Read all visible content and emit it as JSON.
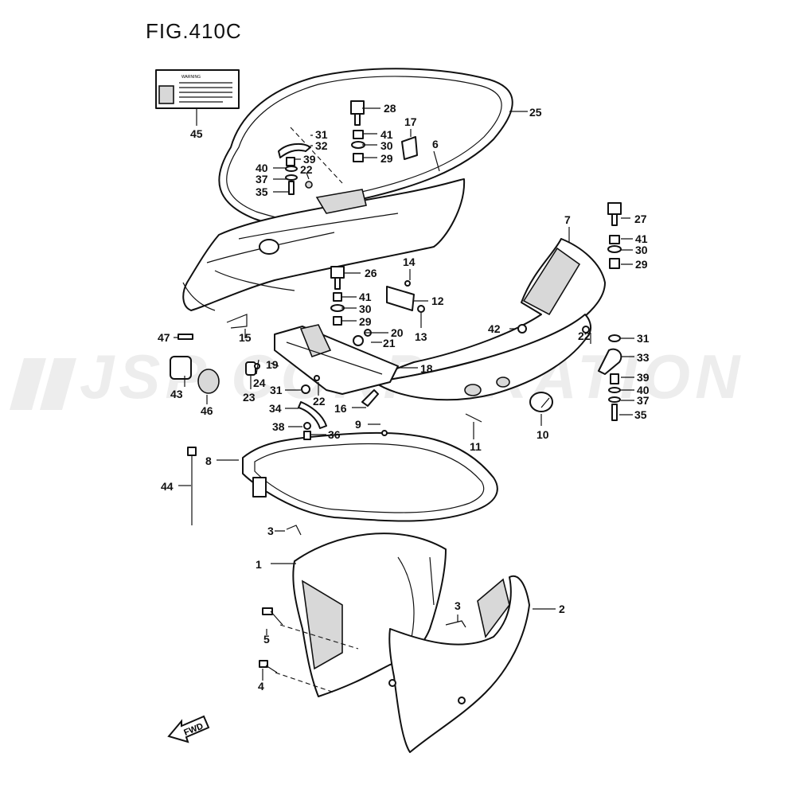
{
  "figure_title": "FIG.410C",
  "watermark": "JSP CORPORATION",
  "fwd_label": "FWD",
  "label_sheet_heading": "WARNING",
  "callouts": {
    "c1": "1",
    "c2": "2",
    "c3a": "3",
    "c3b": "3",
    "c4": "4",
    "c5": "5",
    "c6": "6",
    "c7": "7",
    "c8": "8",
    "c9": "9",
    "c10": "10",
    "c11": "11",
    "c12": "12",
    "c13": "13",
    "c14": "14",
    "c15": "15",
    "c16": "16",
    "c17": "17",
    "c18": "18",
    "c19": "19",
    "c20": "20",
    "c21": "21",
    "c22a": "22",
    "c22b": "22",
    "c22c": "22",
    "c23": "23",
    "c24": "24",
    "c25": "25",
    "c26": "26",
    "c27": "27",
    "c28": "28",
    "c29a": "29",
    "c29b": "29",
    "c29c": "29",
    "c30a": "30",
    "c30b": "30",
    "c30c": "30",
    "c31a": "31",
    "c31b": "31",
    "c31c": "31",
    "c32": "32",
    "c33": "33",
    "c34": "34",
    "c35a": "35",
    "c35b": "35",
    "c36": "36",
    "c37a": "37",
    "c37b": "37",
    "c38": "38",
    "c39a": "39",
    "c39b": "39",
    "c40a": "40",
    "c40b": "40",
    "c41a": "41",
    "c41b": "41",
    "c41c": "41",
    "c42": "42",
    "c43": "43",
    "c44": "44",
    "c45": "45",
    "c46": "46",
    "c47": "47"
  }
}
